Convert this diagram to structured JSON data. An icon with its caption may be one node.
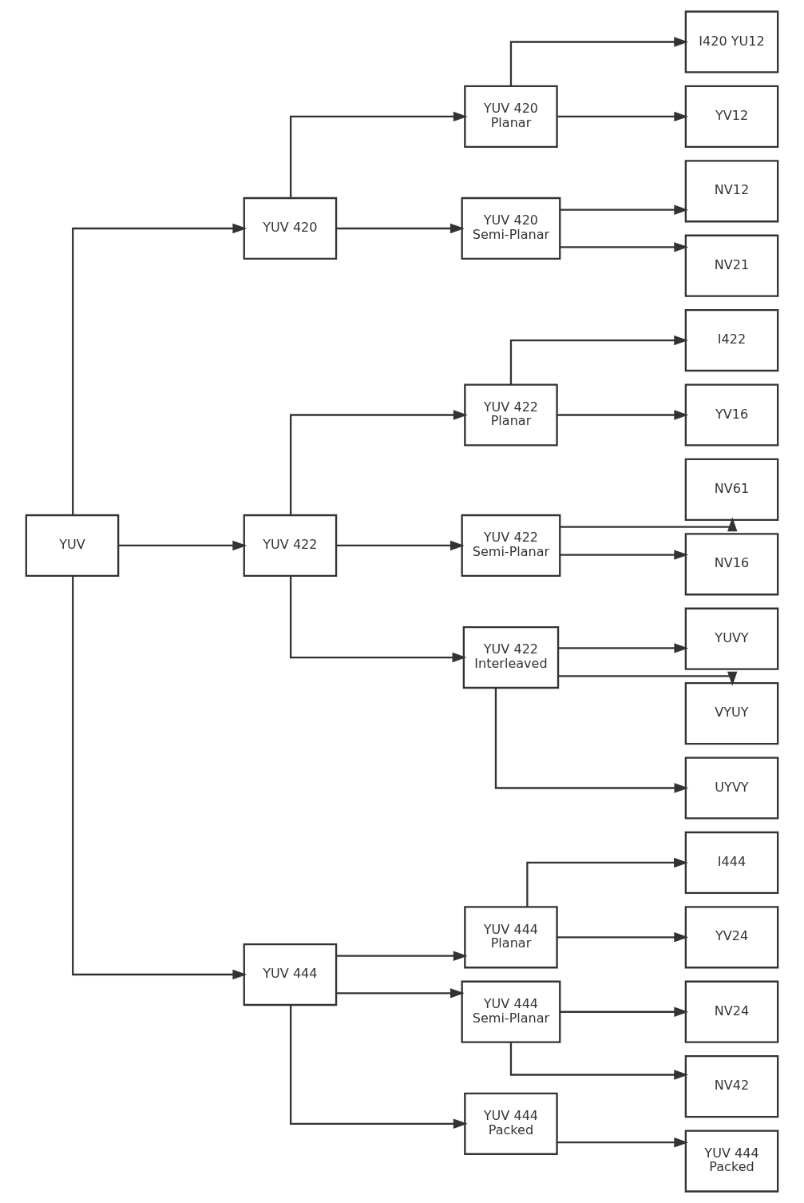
{
  "diagram": {
    "nodes": [
      {
        "text": [
          "YUV"
        ]
      },
      {
        "text": [
          "YUV 420"
        ]
      },
      {
        "text": [
          "YUV 420 Planar"
        ]
      },
      {
        "text": [
          "I420 YU12"
        ]
      },
      {
        "text": [
          "YV12"
        ]
      },
      {
        "text": [
          "YUV 420 Semi-Planar"
        ]
      },
      {
        "text": [
          "NV12"
        ]
      },
      {
        "text": [
          "NV21"
        ]
      },
      {
        "text": [
          "YUV 422"
        ]
      },
      {
        "text": [
          "YUV 422 Planar"
        ]
      },
      {
        "text": [
          "I422"
        ]
      },
      {
        "text": [
          "YV16"
        ]
      },
      {
        "text": [
          "YUV 422 Semi-Planar"
        ]
      },
      {
        "text": [
          "NV61"
        ]
      },
      {
        "text": [
          "NV16"
        ]
      },
      {
        "text": [
          "YUV 422 Interleaved"
        ]
      },
      {
        "text": [
          "YUVY"
        ]
      },
      {
        "text": [
          "VYUY"
        ]
      },
      {
        "text": [
          "UYVY"
        ]
      },
      {
        "text": [
          "YUV 444"
        ]
      },
      {
        "text": [
          "YUV 444 Planar"
        ]
      },
      {
        "text": [
          "I444"
        ]
      },
      {
        "text": [
          "YV24"
        ]
      },
      {
        "text": [
          "YUV 444 Semi-Planar"
        ]
      },
      {
        "text": [
          "NV24"
        ]
      },
      {
        "text": [
          "NV42"
        ]
      },
      {
        "text": [
          "YUV 444 Packed"
        ]
      },
      {
        "text": [
          "YUV 444 Packed"
        ]
      }
    ],
    "edges": [
      {
        "from": 0,
        "to": 1,
        "arrow": "to"
      },
      {
        "from": 0,
        "to": 8,
        "arrow": "to"
      },
      {
        "from": 0,
        "to": 19,
        "arrow": "to"
      },
      {
        "from": 1,
        "to": 2,
        "arrow": "to"
      },
      {
        "from": 1,
        "to": 5,
        "arrow": "to"
      },
      {
        "from": 2,
        "to": 3,
        "arrow": "to"
      },
      {
        "from": 2,
        "to": 4,
        "arrow": "to"
      },
      {
        "from": 5,
        "to": 6,
        "arrow": "to"
      },
      {
        "from": 5,
        "to": 7,
        "arrow": "to"
      },
      {
        "from": 8,
        "to": 9,
        "arrow": "to"
      },
      {
        "from": 8,
        "to": 12,
        "arrow": "to"
      },
      {
        "from": 8,
        "to": 15,
        "arrow": "to"
      },
      {
        "from": 9,
        "to": 10,
        "arrow": "to"
      },
      {
        "from": 9,
        "to": 11,
        "arrow": "to"
      },
      {
        "from": 12,
        "to": 13,
        "arrow": "to"
      },
      {
        "from": 12,
        "to": 14,
        "arrow": "to"
      },
      {
        "from": 15,
        "to": 16,
        "arrow": "to"
      },
      {
        "from": 15,
        "to": 17,
        "arrow": "to"
      },
      {
        "from": 15,
        "to": 18,
        "arrow": "to"
      },
      {
        "from": 19,
        "to": 20,
        "arrow": "to"
      },
      {
        "from": 19,
        "to": 23,
        "arrow": "to"
      },
      {
        "from": 19,
        "to": 26,
        "arrow": "to"
      },
      {
        "from": 20,
        "to": 21,
        "arrow": "to"
      },
      {
        "from": 20,
        "to": 22,
        "arrow": "to"
      },
      {
        "from": 23,
        "to": 24,
        "arrow": "to"
      },
      {
        "from": 23,
        "to": 25,
        "arrow": "to"
      },
      {
        "from": 26,
        "to": 27,
        "arrow": "to"
      }
    ]
  }
}
